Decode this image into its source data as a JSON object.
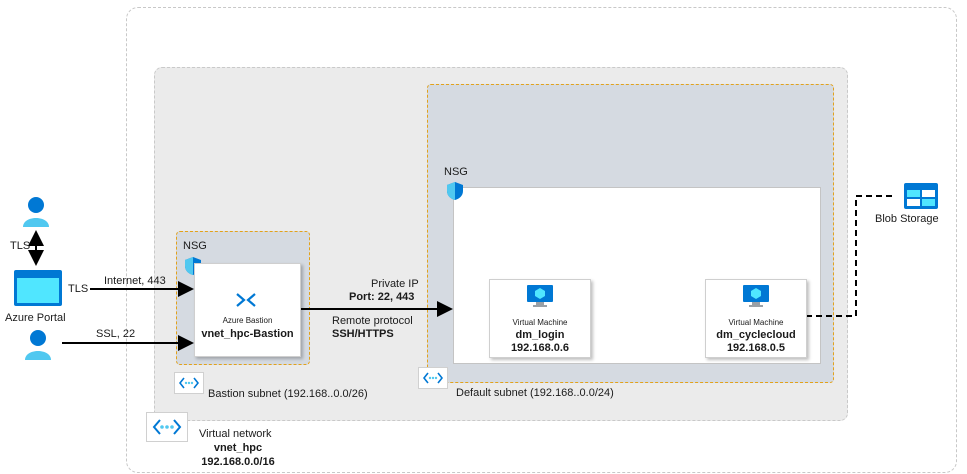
{
  "colors": {
    "azure_blue": "#0078d4",
    "light_blue": "#50e6ff",
    "subnet_border": "#e3a21a",
    "subnet_fill": "#d5dae1",
    "vnet_fill": "#ebebeb"
  },
  "users": {
    "top_user_icon": "user-icon",
    "bottom_user_icon": "user-icon",
    "portal_icon": "browser-window-icon",
    "portal_label": "Azure Portal",
    "tls_vertical": "TLS",
    "tls_horizontal": "TLS"
  },
  "connections": {
    "internet_label": "Internet, 443",
    "ssl_label": "SSL, 22",
    "private_ip_label": "Private IP",
    "port_label": "Port: 22, 443",
    "remote_protocol_label": "Remote protocol",
    "ssh_https_label": "SSH/HTTPS"
  },
  "bastion": {
    "nsg_label": "NSG",
    "service_label": "Azure Bastion",
    "name": "vnet_hpc-Bastion",
    "subnet_label": "Bastion subnet (192.168..0.0/26)"
  },
  "default_subnet": {
    "nsg_label": "NSG",
    "subnet_label": "Default subnet (192.168..0.0/24)",
    "vms": [
      {
        "type_label": "Virtual Machine",
        "name": "dm_login",
        "ip": "192.168.0.6"
      },
      {
        "type_label": "Virtual Machine",
        "name": "dm_cyclecloud",
        "ip": "192.168.0.5"
      }
    ]
  },
  "storage": {
    "label": "Blob Storage"
  },
  "vnet": {
    "type_label": "Virtual network",
    "name": "vnet_hpc",
    "cidr": "192.168.0.0/16"
  }
}
